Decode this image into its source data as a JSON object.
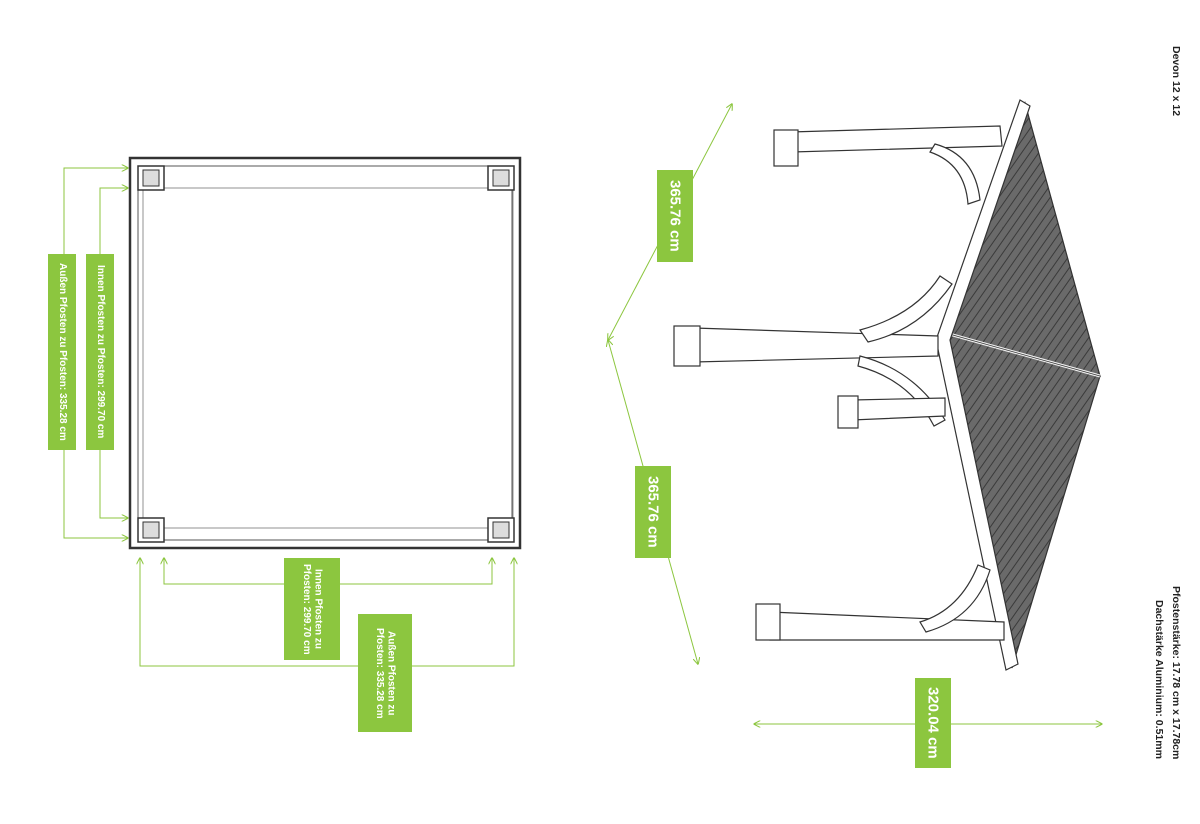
{
  "model_name": "Devon 12 x 12",
  "specs": {
    "post_thickness": "Pfostenstärke: 17.78 cm x 17.78cm",
    "roof_thickness": "Dachstärke Aluminium: 0.51mm"
  },
  "plan_labels": {
    "outer_left": "Außen Pfosten zu Pfosten: 335.28 cm",
    "inner_left": "Innen Pfosten zu Pfosten: 299.70 cm",
    "inner_bottom_line1": "Innen Pfosten zu",
    "inner_bottom_line2": "Pfosten: 299.70 cm",
    "outer_bottom_line1": "Außen Pfosten zu",
    "outer_bottom_line2": "Pfosten: 335.28 cm"
  },
  "elevation_labels": {
    "depth_top": "365.76 cm",
    "depth_mid": "365.76 cm",
    "height": "320.04 cm"
  },
  "colors": {
    "accent_green": "#8cc63f",
    "line_dark": "#333333",
    "roof_gray": "#5a5a5a"
  }
}
